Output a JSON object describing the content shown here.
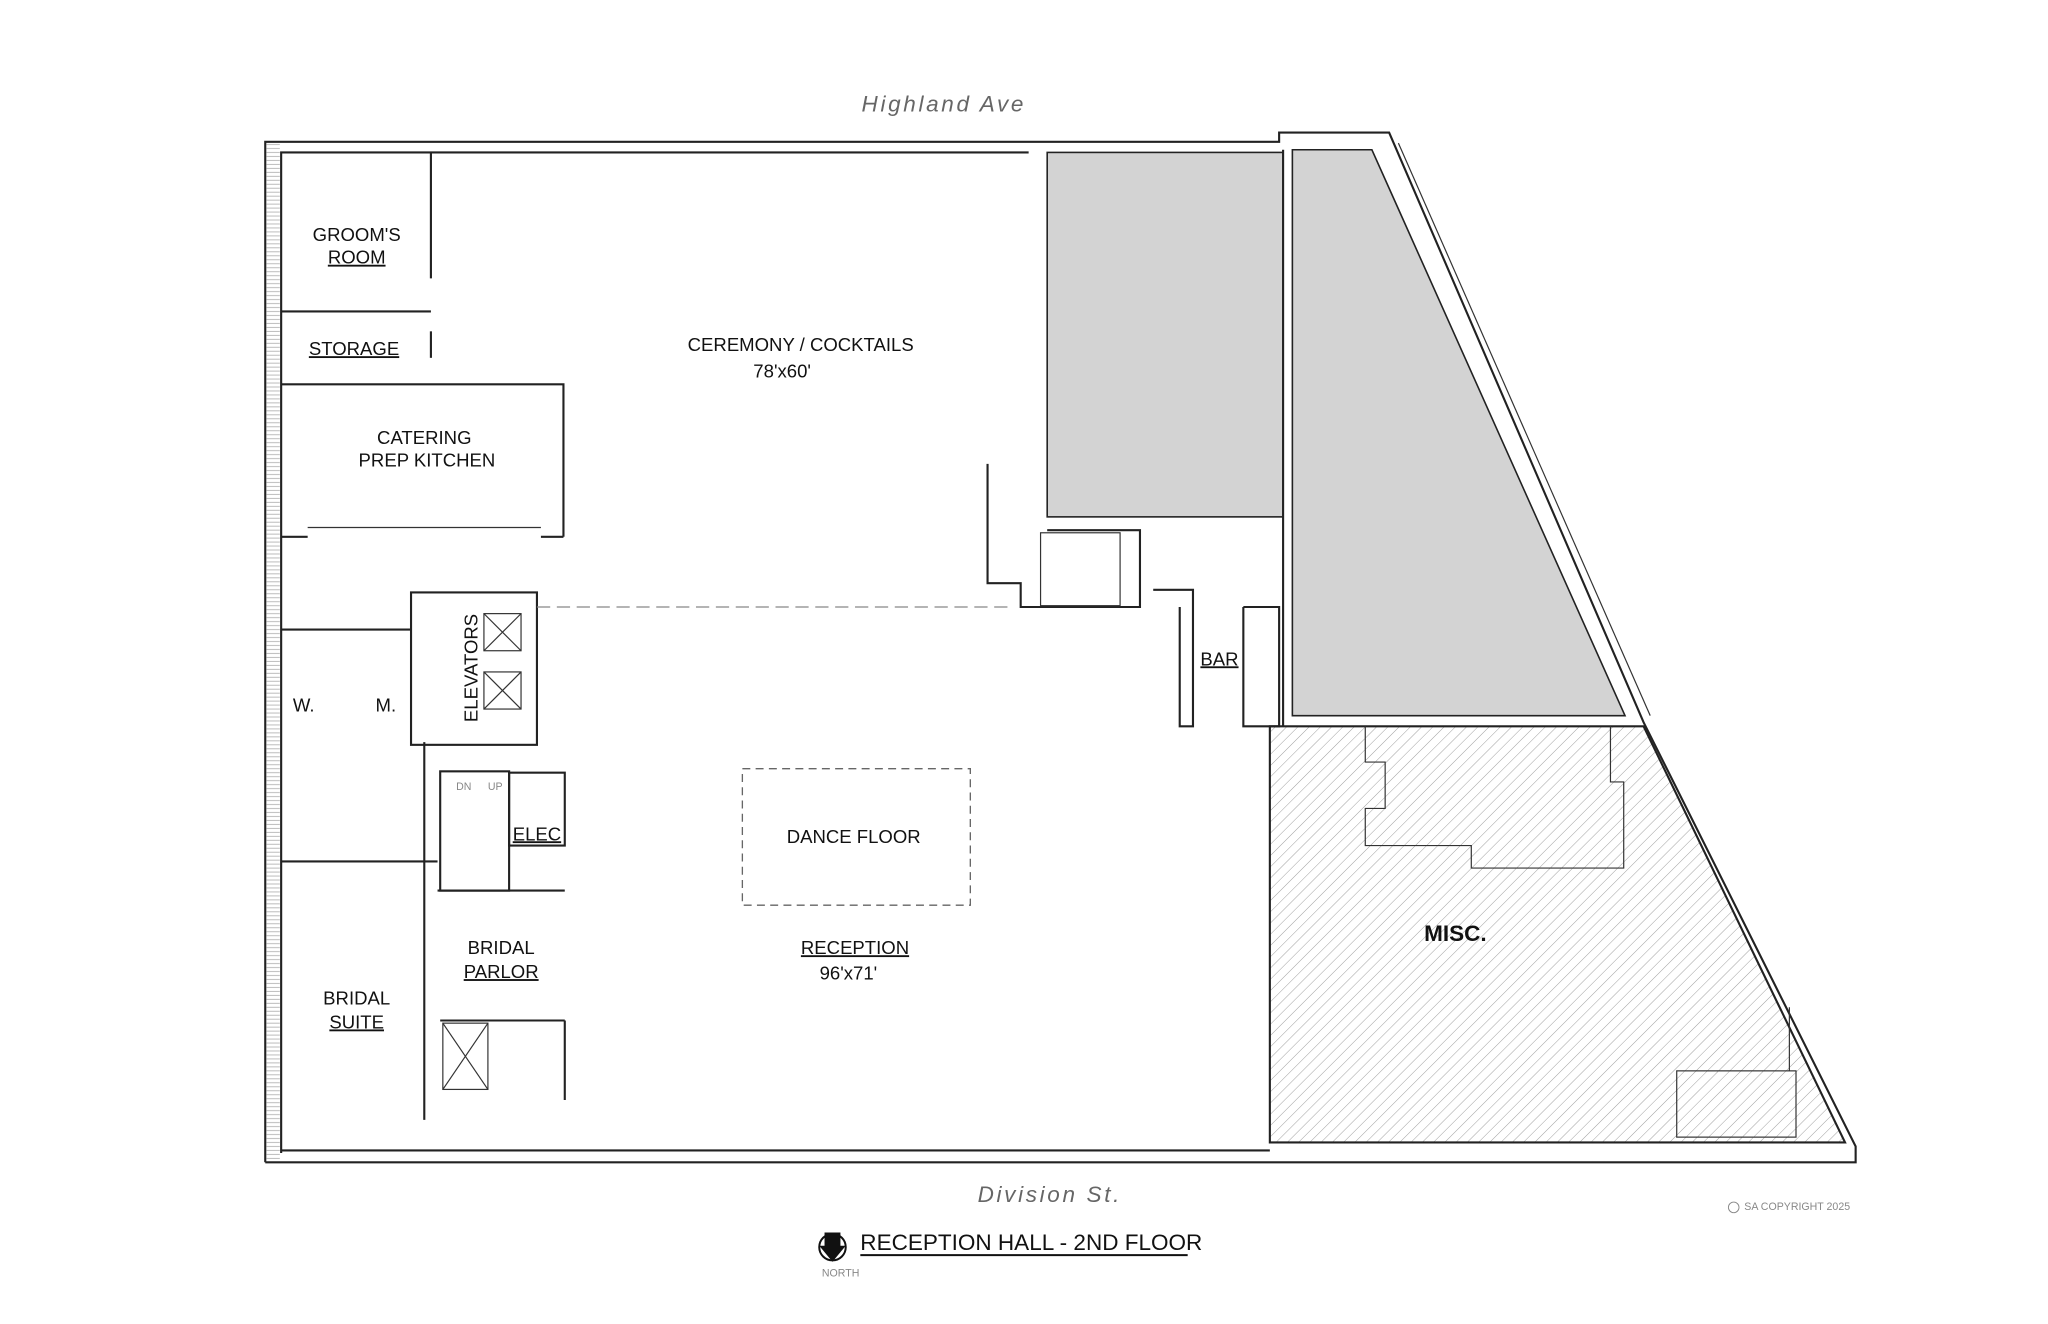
{
  "streets": {
    "north": "Highland Ave",
    "south": "Division St."
  },
  "rooms": {
    "grooms_room": [
      "GROOM'S",
      "ROOM"
    ],
    "storage": "STORAGE",
    "catering": [
      "CATERING",
      "PREP KITCHEN"
    ],
    "ceremony": {
      "name": "CEREMONY / COCKTAILS",
      "size": "78'x60'"
    },
    "womens": "W.",
    "mens": "M.",
    "elevators": "ELEVATORS",
    "elec": "ELEC",
    "bar": "BAR",
    "dance_floor": "DANCE FLOOR",
    "reception": {
      "name": "RECEPTION",
      "size": "96'x71'"
    },
    "bridal_parlor": [
      "BRIDAL",
      "PARLOR"
    ],
    "bridal_suite": [
      "BRIDAL",
      "SUITE"
    ],
    "misc": "MISC.",
    "stair_dn": "DN",
    "stair_up": "UP"
  },
  "title": "RECEPTION HALL - 2ND FLOOR",
  "north_label": "NORTH",
  "copyright": "SA COPYRIGHT 2025",
  "colors": {
    "shaded": "#d3d3d3",
    "walls": "#222222",
    "street_text": "#666666"
  }
}
